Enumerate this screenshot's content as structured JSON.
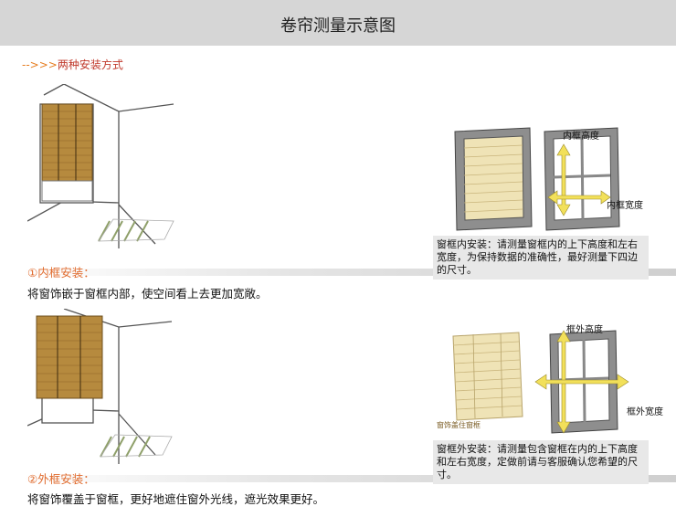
{
  "header": {
    "title": "卷帘测量示意图"
  },
  "intro": {
    "arrows": "-->>>",
    "text": "两种安装方式"
  },
  "inside": {
    "heading": "①内框安装：",
    "desc": "将窗饰嵌于窗框内部，使空间看上去更加宽敞。",
    "note": "窗框内安装：请测量窗框内的上下高度和左右宽度，为保持数据的准确性，最好测量下四边的尺寸。",
    "height_label": "内框高度",
    "width_label": "内框宽度"
  },
  "outside": {
    "heading": "②外框安装：",
    "desc": "将窗饰覆盖于窗框，更好地遮住窗外光线，遮光效果更好。",
    "note": "窗框外安装：请测量包含窗框在内的上下高度和左右宽度，定做前请与客服确认您希望的尺寸。",
    "height_label": "框外高度",
    "width_label": "框外宽度",
    "caption": "窗饰盖住窗框"
  },
  "colors": {
    "blind": "#b68a3e",
    "blind_light": "#efe3b6",
    "arrow": "#f2e05a",
    "heading": "#e06a2c",
    "band": "#d6d6d6"
  }
}
